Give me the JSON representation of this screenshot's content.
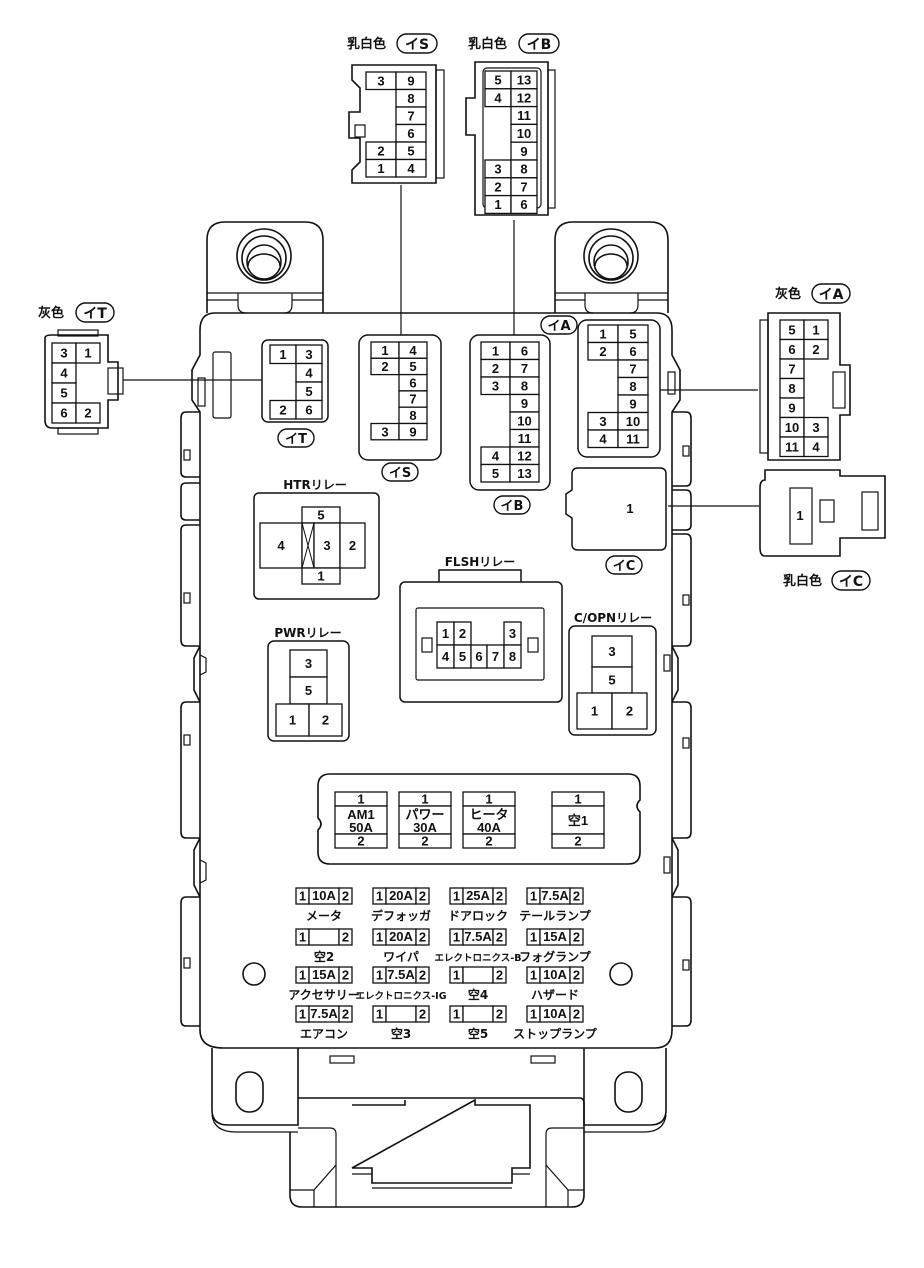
{
  "diagram": {
    "title": "Junction block connector & fuse/relay layout",
    "connectors_external": [
      {
        "id": "IS",
        "code": "イS",
        "color_label": "乳白色",
        "pins": [
          [
            "3",
            "9"
          ],
          [
            "",
            "8"
          ],
          [
            "",
            "7"
          ],
          [
            "",
            "6"
          ],
          [
            "2",
            "5"
          ],
          [
            "1",
            "4"
          ]
        ]
      },
      {
        "id": "IB",
        "code": "イB",
        "color_label": "乳白色",
        "pins": [
          [
            "5",
            "13"
          ],
          [
            "4",
            "12"
          ],
          [
            "",
            "11"
          ],
          [
            "",
            "10"
          ],
          [
            "",
            "9"
          ],
          [
            "3",
            "8"
          ],
          [
            "2",
            "7"
          ],
          [
            "1",
            "6"
          ]
        ]
      },
      {
        "id": "IT",
        "code": "イT",
        "color_label": "灰色",
        "pins": [
          [
            "3",
            "1"
          ],
          [
            "4",
            ""
          ],
          [
            "5",
            ""
          ],
          [
            "6",
            "2"
          ]
        ]
      },
      {
        "id": "IA",
        "code": "イA",
        "color_label": "灰色",
        "pins": [
          [
            "5",
            "1"
          ],
          [
            "6",
            "2"
          ],
          [
            "7",
            ""
          ],
          [
            "8",
            ""
          ],
          [
            "9",
            ""
          ],
          [
            "10",
            "3"
          ],
          [
            "11",
            "4"
          ]
        ]
      },
      {
        "id": "IC",
        "code": "イC",
        "color_label": "乳白色",
        "pins": [
          [
            "1"
          ]
        ]
      }
    ],
    "connectors_block": [
      {
        "id": "IT",
        "code": "イT",
        "pins": [
          [
            "1",
            "3"
          ],
          [
            "",
            "4"
          ],
          [
            "",
            "5"
          ],
          [
            "2",
            "6"
          ]
        ]
      },
      {
        "id": "IS",
        "code": "イS",
        "pins": [
          [
            "1",
            "4"
          ],
          [
            "2",
            "5"
          ],
          [
            "",
            "6"
          ],
          [
            "",
            "7"
          ],
          [
            "",
            "8"
          ],
          [
            "3",
            "9"
          ]
        ]
      },
      {
        "id": "IB",
        "code": "イB",
        "pins": [
          [
            "1",
            "6"
          ],
          [
            "2",
            "7"
          ],
          [
            "3",
            "8"
          ],
          [
            "",
            "9"
          ],
          [
            "",
            "10"
          ],
          [
            "",
            "11"
          ],
          [
            "4",
            "12"
          ],
          [
            "5",
            "13"
          ]
        ]
      },
      {
        "id": "IA",
        "code": "イA",
        "pins": [
          [
            "1",
            "5"
          ],
          [
            "2",
            "6"
          ],
          [
            "",
            "7"
          ],
          [
            "",
            "8"
          ],
          [
            "",
            "9"
          ],
          [
            "3",
            "10"
          ],
          [
            "4",
            "11"
          ]
        ]
      },
      {
        "id": "IC",
        "code": "イC",
        "pins": [
          [
            "1"
          ]
        ]
      }
    ],
    "relays": [
      {
        "name": "HTRリレー",
        "pins": [
          "5",
          "4",
          "3",
          "2",
          "1"
        ]
      },
      {
        "name": "FLSHリレー",
        "pins": [
          "1",
          "2",
          "3",
          "4",
          "5",
          "6",
          "7",
          "8"
        ]
      },
      {
        "name": "PWRリレー",
        "pins": [
          "3",
          "5",
          "1",
          "2"
        ]
      },
      {
        "name": "C/OPNリレー",
        "pins": [
          "3",
          "5",
          "1",
          "2"
        ]
      }
    ],
    "fusible_links": [
      {
        "name": "AM1",
        "rating": "50A",
        "pin_top": "1",
        "pin_bottom": "2"
      },
      {
        "name": "パワー",
        "rating": "30A",
        "pin_top": "1",
        "pin_bottom": "2"
      },
      {
        "name": "ヒータ",
        "rating": "40A",
        "pin_top": "1",
        "pin_bottom": "2"
      },
      {
        "name": "空1",
        "rating": "",
        "pin_top": "1",
        "pin_bottom": "2"
      }
    ],
    "fuses": [
      [
        {
          "rating": "10A",
          "name": "メータ"
        },
        {
          "rating": "20A",
          "name": "デフォッガ"
        },
        {
          "rating": "25A",
          "name": "ドアロック"
        },
        {
          "rating": "7.5A",
          "name": "テールランプ"
        }
      ],
      [
        {
          "rating": "",
          "name": "空2"
        },
        {
          "rating": "20A",
          "name": "ワイパ"
        },
        {
          "rating": "7.5A",
          "name": "エレクトロニクス-B"
        },
        {
          "rating": "15A",
          "name": "フォグランプ"
        }
      ],
      [
        {
          "rating": "15A",
          "name": "アクセサリー"
        },
        {
          "rating": "7.5A",
          "name": "エレクトロニクス-IG"
        },
        {
          "rating": "",
          "name": "空4"
        },
        {
          "rating": "10A",
          "name": "ハザード"
        }
      ],
      [
        {
          "rating": "7.5A",
          "name": "エアコン"
        },
        {
          "rating": "",
          "name": "空3"
        },
        {
          "rating": "",
          "name": "空5"
        },
        {
          "rating": "10A",
          "name": "ストップランプ"
        }
      ]
    ],
    "fuse_pin_left": "1",
    "fuse_pin_right": "2"
  }
}
